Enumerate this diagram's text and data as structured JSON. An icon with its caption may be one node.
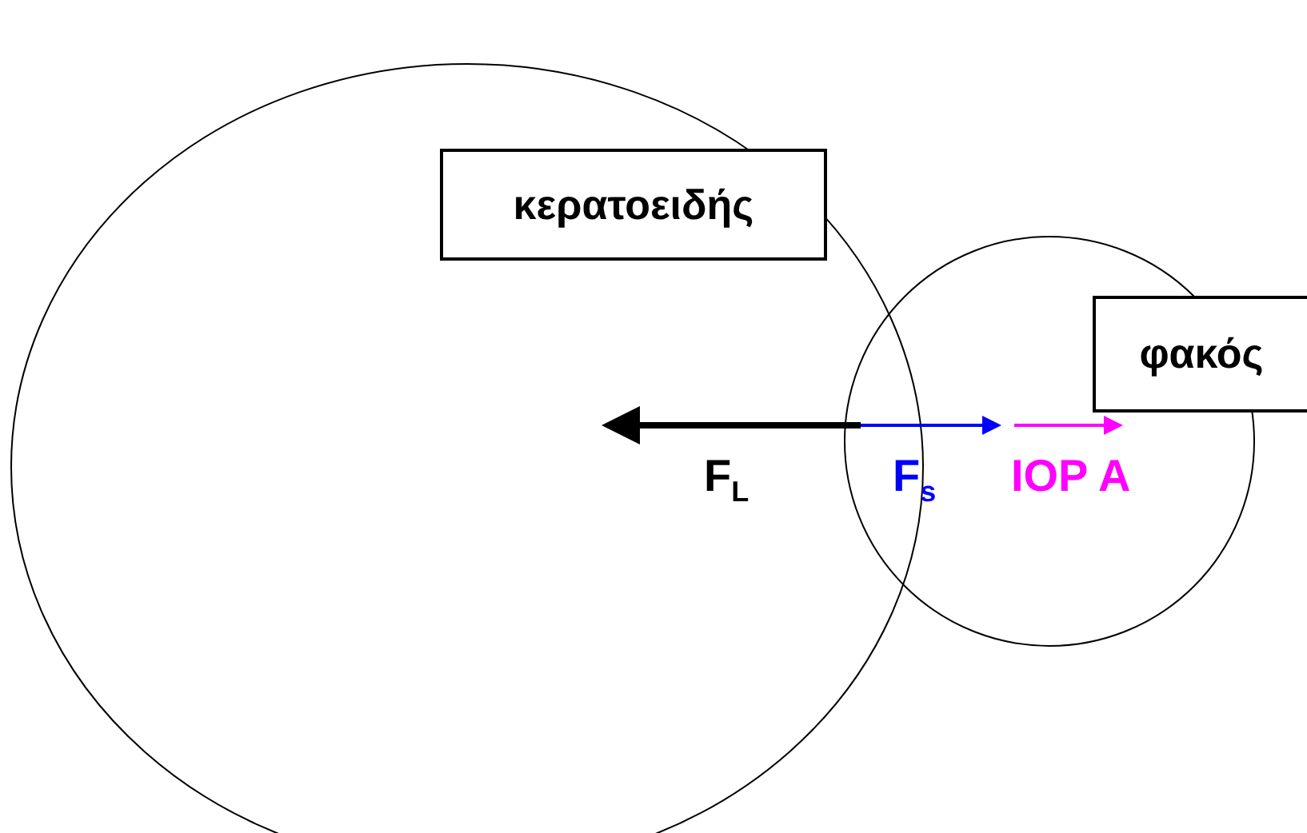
{
  "diagram": {
    "nodes": [
      {
        "text": [
          "κερατοειδής"
        ]
      },
      {
        "text": [
          "φακός"
        ]
      }
    ],
    "edges": [],
    "labels": [
      "F$_{L}$",
      "F$_{s}$",
      "IOP A"
    ]
  }
}
